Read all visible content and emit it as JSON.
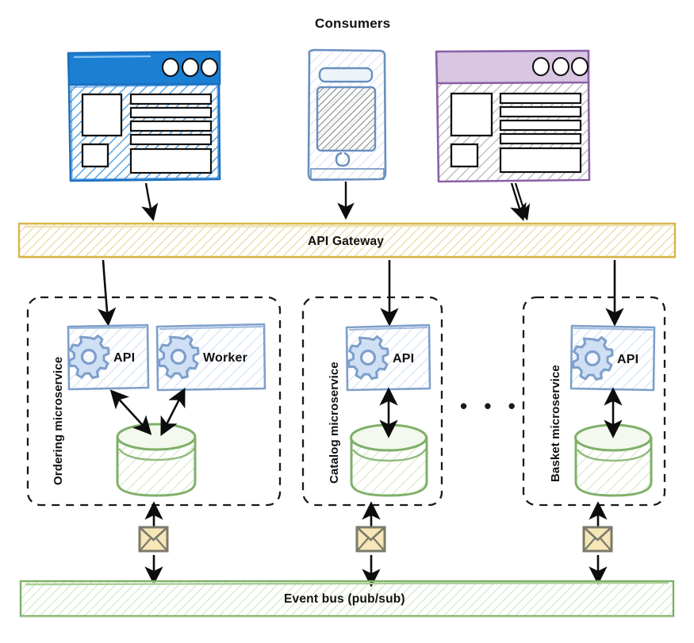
{
  "diagram": {
    "title": "Consumers",
    "style": "hand-drawn microservices architecture",
    "background_color": "#ffffff"
  },
  "consumers": {
    "heading": "Consumers",
    "clients": [
      {
        "name": "web-browser-blue",
        "kind": "browser-window",
        "titlebar_color": "#1b7fd4",
        "border_color": "#1a6fbf",
        "hatch_color": "#4a9fe0",
        "dots": 3
      },
      {
        "name": "mobile-device",
        "kind": "smartphone",
        "border_color": "#6a8fc0",
        "screen_color": "#9a9a9a",
        "dots": 0
      },
      {
        "name": "web-browser-purple",
        "kind": "browser-window",
        "titlebar_color": "#d8c6e2",
        "border_color": "#8b5fa6",
        "hatch_color": "#999999",
        "dots": 3
      }
    ]
  },
  "gateway": {
    "label": "API Gateway",
    "fill_color": "#fdf8e6",
    "border_color": "#d8b54a",
    "hatch_color": "#e8d9a0"
  },
  "microservices": [
    {
      "id": "ordering",
      "label": "Ordering microservice",
      "components": [
        {
          "label": "API",
          "icon": "gear-icon"
        },
        {
          "label": "Worker",
          "icon": "gear-icon"
        }
      ],
      "database": {
        "name": "database-cylinder",
        "color": "#7fb069"
      }
    },
    {
      "id": "catalog",
      "label": "Catalog microservice",
      "components": [
        {
          "label": "API",
          "icon": "gear-icon"
        }
      ],
      "database": {
        "name": "database-cylinder",
        "color": "#7fb069"
      }
    },
    {
      "id": "basket",
      "label": "Basket microservice",
      "components": [
        {
          "label": "API",
          "icon": "gear-icon"
        }
      ],
      "database": {
        "name": "database-cylinder",
        "color": "#7fb069"
      }
    }
  ],
  "ellipsis": "• • •",
  "messaging": {
    "envelope_icon": "envelope-icon",
    "envelope_fill": "#f6e6b8",
    "envelope_border": "#7a7a6a",
    "count": 3
  },
  "event_bus": {
    "label": "Event bus (pub/sub)",
    "fill_color": "#f7fbf4",
    "border_color": "#7fb069",
    "hatch_color": "#cfe4c2"
  },
  "colors": {
    "component_box_fill": "#f4f8fd",
    "component_box_border": "#7e9fcb",
    "gear_fill": "#cfe0f5",
    "gear_stroke": "#7e9fcb",
    "arrow_color": "#0d0d0d",
    "dashed_border": "#1a1a1a"
  }
}
